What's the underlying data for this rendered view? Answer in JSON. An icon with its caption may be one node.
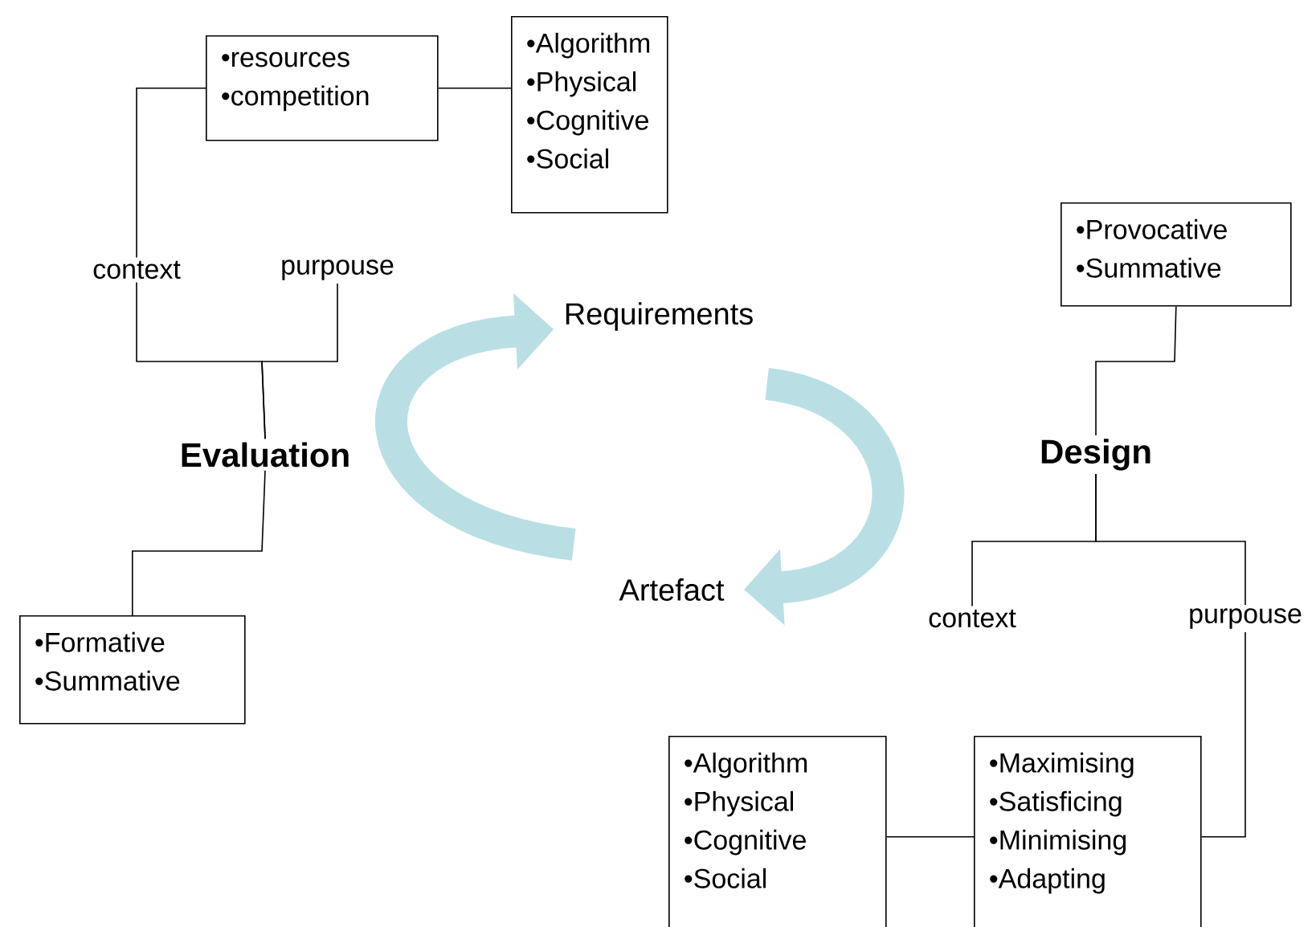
{
  "diagram": {
    "nodes": [
      {
        "text": [
          "•resources",
          "•competition"
        ]
      },
      {
        "text": [
          "•Algorithm",
          "•Physical",
          "•Cognitive",
          "•Social"
        ]
      },
      {
        "text": [
          "context"
        ]
      },
      {
        "text": [
          "purpouse"
        ]
      },
      {
        "text": [
          "Evaluation"
        ]
      },
      {
        "text": [
          "•Formative",
          "•Summative"
        ]
      },
      {
        "text": [
          "Requirements"
        ]
      },
      {
        "text": [
          "Artefact"
        ]
      },
      {
        "text": [
          "•Provocative",
          "•Summative"
        ]
      },
      {
        "text": [
          "Design"
        ]
      },
      {
        "text": [
          "context"
        ]
      },
      {
        "text": [
          "purpouse"
        ]
      },
      {
        "text": [
          "•Algorithm",
          "•Physical",
          "•Cognitive",
          "•Social"
        ]
      },
      {
        "text": [
          "•Maximising",
          "•Satisficing",
          "•Minimising",
          "•Adapting"
        ]
      }
    ],
    "edges": [
      {
        "from": 0,
        "to": 1,
        "arrow": "none"
      },
      {
        "from": 0,
        "to": 2,
        "arrow": "none"
      },
      {
        "from": 2,
        "to": 4,
        "arrow": "none"
      },
      {
        "from": 3,
        "to": 4,
        "arrow": "none"
      },
      {
        "from": 4,
        "to": 5,
        "arrow": "none"
      },
      {
        "from": 7,
        "to": 6,
        "arrow": "to",
        "style": "thick",
        "color": "#b9dfe5"
      },
      {
        "from": 6,
        "to": 7,
        "arrow": "to",
        "style": "thick",
        "color": "#b9dfe5"
      },
      {
        "from": 8,
        "to": 9,
        "arrow": "none"
      },
      {
        "from": 9,
        "to": 10,
        "arrow": "none"
      },
      {
        "from": 9,
        "to": 11,
        "arrow": "none"
      },
      {
        "from": 11,
        "to": 13,
        "arrow": "none"
      },
      {
        "from": 12,
        "to": 13,
        "arrow": "none"
      }
    ]
  }
}
